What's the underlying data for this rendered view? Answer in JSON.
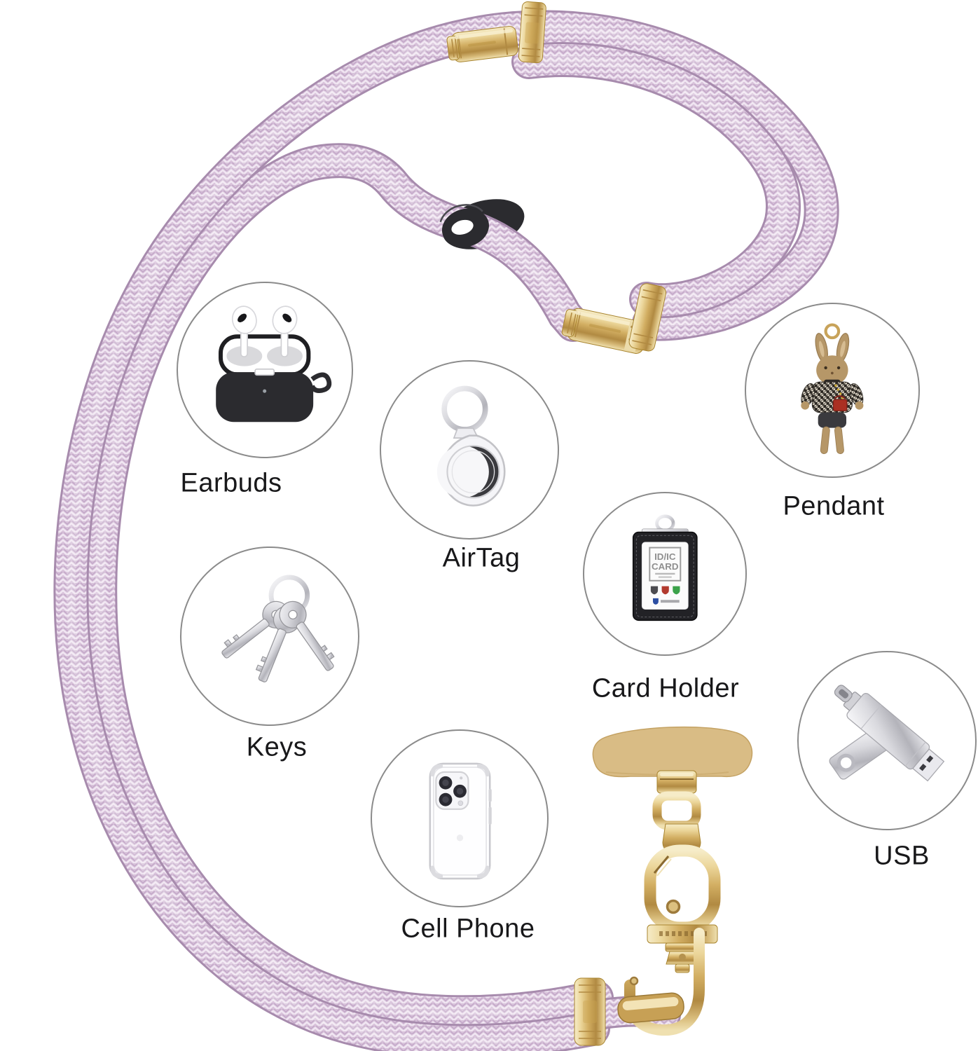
{
  "product": {
    "kind": "crossbody phone lanyard rope with gold clasp and phone tab",
    "attachable_items": [
      {
        "id": "earbuds",
        "label": "Earbuds"
      },
      {
        "id": "airtag",
        "label": "AirTag"
      },
      {
        "id": "pendant",
        "label": "Pendant"
      },
      {
        "id": "card-holder",
        "label": "Card Holder"
      },
      {
        "id": "keys",
        "label": "Keys"
      },
      {
        "id": "cell-phone",
        "label": "Cell Phone"
      },
      {
        "id": "usb",
        "label": "USB"
      }
    ]
  },
  "card_holder_graphic": {
    "line1": "ID/IC",
    "line2": "CARD"
  },
  "colors": {
    "bg": "#ffffff",
    "label": "#18181a",
    "circle-border": "#8b8b8b",
    "rope-base": "#d8c2da",
    "rope-edge": "#a78bad",
    "gold": "#d2ae62",
    "tab": "#d9bc85",
    "slider": "#2b2b2f"
  }
}
